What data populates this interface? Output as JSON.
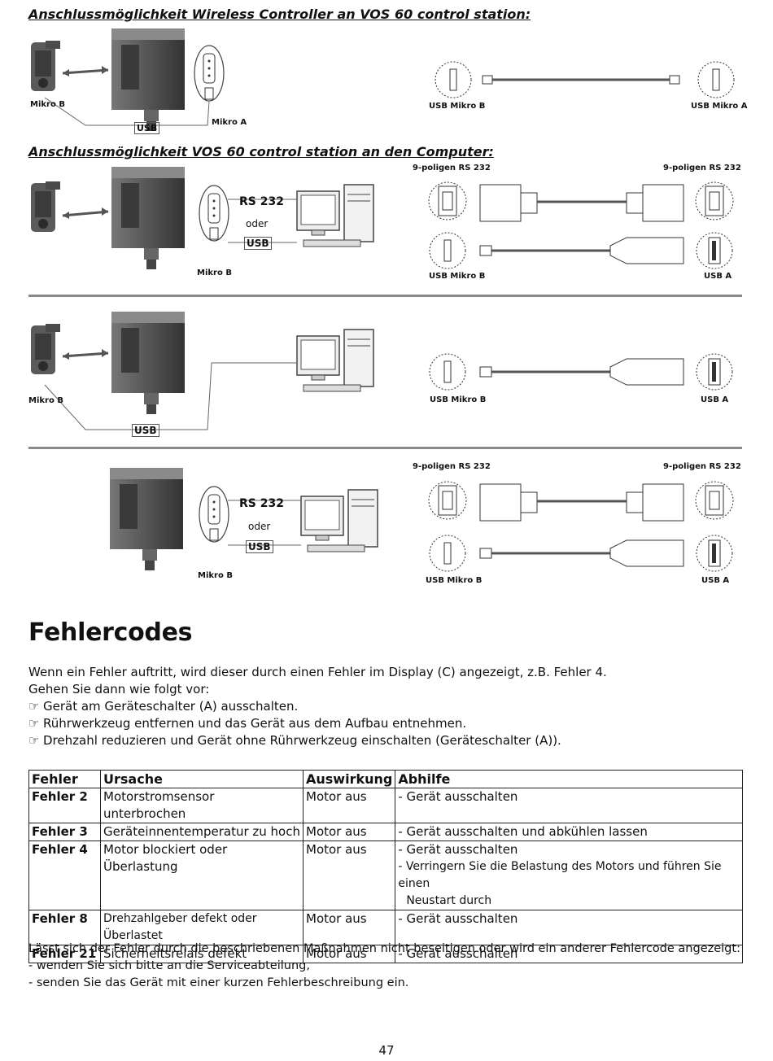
{
  "section1": {
    "heading": "Anschlussmöglichkeit Wireless Controller an VOS 60 control station:",
    "label_mikro_b": "Mikro B",
    "label_usb": "USB",
    "label_mikro_a": "Mikro A",
    "cable_left": "USB Mikro B",
    "cable_right": "USB Mikro A"
  },
  "section2": {
    "heading": "Anschlussmöglichkeit VOS 60 control station an den Computer:",
    "label_rs232": "RS 232",
    "label_oder": "oder",
    "label_usb": "USB",
    "label_mikro_b": "Mikro B",
    "rs232_left": "9-poligen RS 232",
    "rs232_right": "9-poligen RS 232",
    "usb_left": "USB Mikro B",
    "usb_right": "USB A"
  },
  "section3": {
    "label_mikro_b": "Mikro B",
    "label_usb": "USB",
    "usb_left": "USB Mikro B",
    "usb_right": "USB A"
  },
  "section4": {
    "label_rs232": "RS 232",
    "label_oder": "oder",
    "label_usb": "USB",
    "label_mikro_b": "Mikro B",
    "rs232_left": "9-poligen RS 232",
    "rs232_right": "9-poligen RS 232",
    "usb_left": "USB Mikro B",
    "usb_right": "USB A"
  },
  "errors": {
    "title": "Fehlercodes",
    "intro_1": "Wenn ein Fehler auftritt, wird dieser durch einen Fehler im Display (C) angezeigt, z.B. Fehler 4.",
    "intro_2": "Gehen Sie dann wie folgt vor:",
    "bullets": [
      "Gerät am Geräteschalter (A) ausschalten.",
      "Rührwerkzeug entfernen und das Gerät aus dem Aufbau entnehmen.",
      "Drehzahl reduzieren und Gerät ohne Rührwerkzeug einschalten (Geräteschalter (A))."
    ],
    "bullet_icon": "pointing-hand-icon",
    "table": {
      "headers": [
        "Fehler",
        "Ursache",
        "Auswirkung",
        "Abhilfe"
      ],
      "rows": [
        {
          "code": "Fehler 2",
          "cause": "Motorstromsensor unterbrochen",
          "effect": "Motor aus",
          "fix1": "- Gerät ausschalten",
          "fix2": ""
        },
        {
          "code": "Fehler 3",
          "cause": "Geräteinnentemperatur zu hoch",
          "effect": "Motor aus",
          "fix1": "- Gerät ausschalten und abkühlen lassen",
          "fix2": ""
        },
        {
          "code": "Fehler 4",
          "cause": "Motor blockiert oder Überlastung",
          "effect": "Motor aus",
          "fix1": "- Gerät ausschalten",
          "fix2": "- Verringern Sie die Belastung des Motors und führen Sie einen",
          "fix3": "Neustart durch"
        },
        {
          "code": "Fehler 8",
          "cause": "Drehzahlgeber defekt oder",
          "cause2": "Überlastet",
          "effect": "Motor aus",
          "fix1": "- Gerät ausschalten",
          "fix2": ""
        },
        {
          "code": "Fehler 21",
          "cause": "Sicherheitsrelais defekt",
          "effect": "Motor aus",
          "fix1": "- Gerät ausschalten",
          "fix2": ""
        }
      ]
    },
    "outro_1": "Lässt sich der Fehler durch die beschriebenen Maßnahmen nicht beseitigen oder wird ein anderer Fehlercode angezeigt:",
    "outro_2": "- wenden Sie sich bitte an die Serviceabteilung,",
    "outro_3": "- senden Sie das Gerät mit einer kurzen Fehlerbeschreibung ein."
  },
  "page_number": "47"
}
